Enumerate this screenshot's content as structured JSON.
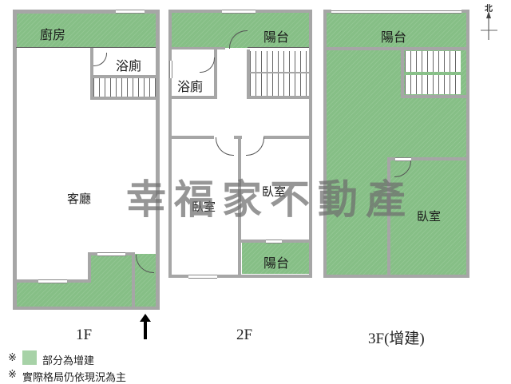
{
  "floors": [
    {
      "id": "1F",
      "label": "1F",
      "rooms": {
        "kitchen": "廚房",
        "bathroom": "浴廁",
        "living_room": "客廳"
      }
    },
    {
      "id": "2F",
      "label": "2F",
      "rooms": {
        "balcony_top": "陽台",
        "bathroom": "浴廁",
        "bedroom_left": "臥室",
        "bedroom_right": "臥室",
        "balcony_bottom": "陽台"
      }
    },
    {
      "id": "3F",
      "label": "3F(增建)",
      "rooms": {
        "balcony_top": "陽台",
        "bedroom": "臥室"
      }
    }
  ],
  "watermark": "幸福家不動產",
  "compass": {
    "label": "北"
  },
  "entrance_arrow": "↑",
  "legend": {
    "mark": "※",
    "addition_text": "部分為增建",
    "note_text": "實際格局仍依現況為主"
  },
  "colors": {
    "addition_green": "#86bf86",
    "wall_gray": "#a6a6a6"
  }
}
